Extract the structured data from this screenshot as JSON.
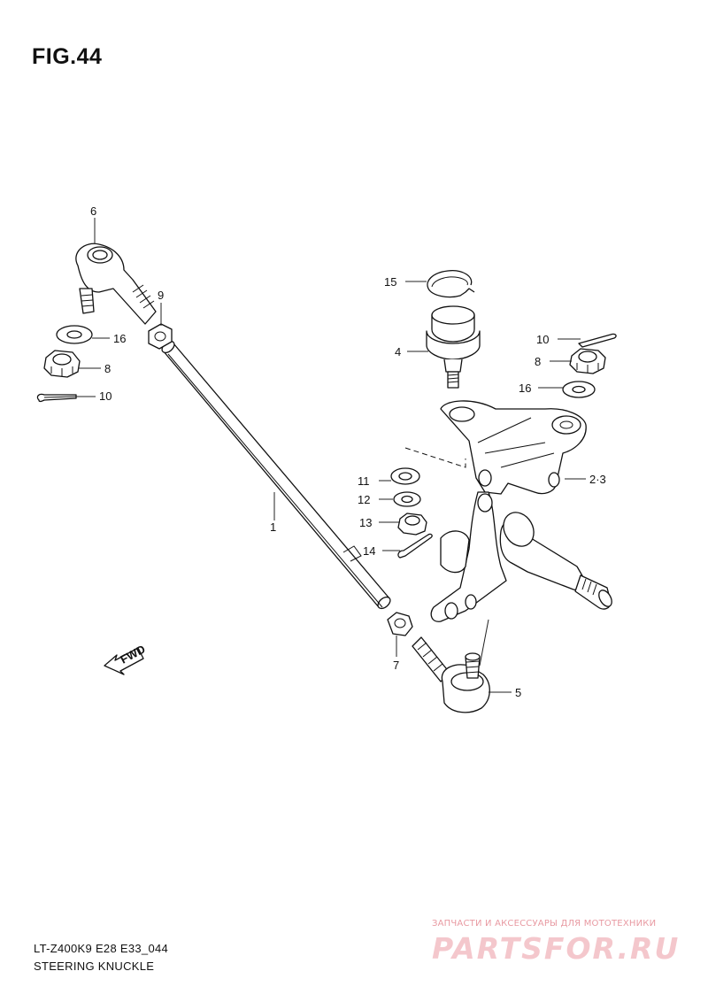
{
  "figure": {
    "title": "FIG.44",
    "model_code": "LT-Z400K9 E28 E33_044",
    "name": "STEERING KNUCKLE"
  },
  "callouts": [
    {
      "key": "tie_rod",
      "label": "1"
    },
    {
      "key": "spindle_arm",
      "label": "2·3"
    },
    {
      "key": "ball_joint",
      "label": "4"
    },
    {
      "key": "tie_rod_end_right",
      "label": "5"
    },
    {
      "key": "tie_rod_end_left",
      "label": "6"
    },
    {
      "key": "lock_nut",
      "label": "7"
    },
    {
      "key": "castle_nut_left",
      "label": "8"
    },
    {
      "key": "castle_nut_right",
      "label": "8"
    },
    {
      "key": "nut",
      "label": "9"
    },
    {
      "key": "cotter_pin_left",
      "label": "10"
    },
    {
      "key": "cotter_pin_right",
      "label": "10"
    },
    {
      "key": "washer_11",
      "label": "11"
    },
    {
      "key": "washer_12",
      "label": "12"
    },
    {
      "key": "castle_nut_13",
      "label": "13"
    },
    {
      "key": "cotter_pin_14",
      "label": "14"
    },
    {
      "key": "circlip",
      "label": "15"
    },
    {
      "key": "washer_left",
      "label": "16"
    },
    {
      "key": "washer_right",
      "label": "16"
    }
  ],
  "arrow": {
    "label": "FWD"
  },
  "watermark": {
    "tagline": "ЗАПЧАСТИ И АКСЕССУАРЫ ДЛЯ МОТОТЕХНИКИ",
    "logo": "PARTSFOR.RU",
    "color": "#f4c7cc"
  }
}
